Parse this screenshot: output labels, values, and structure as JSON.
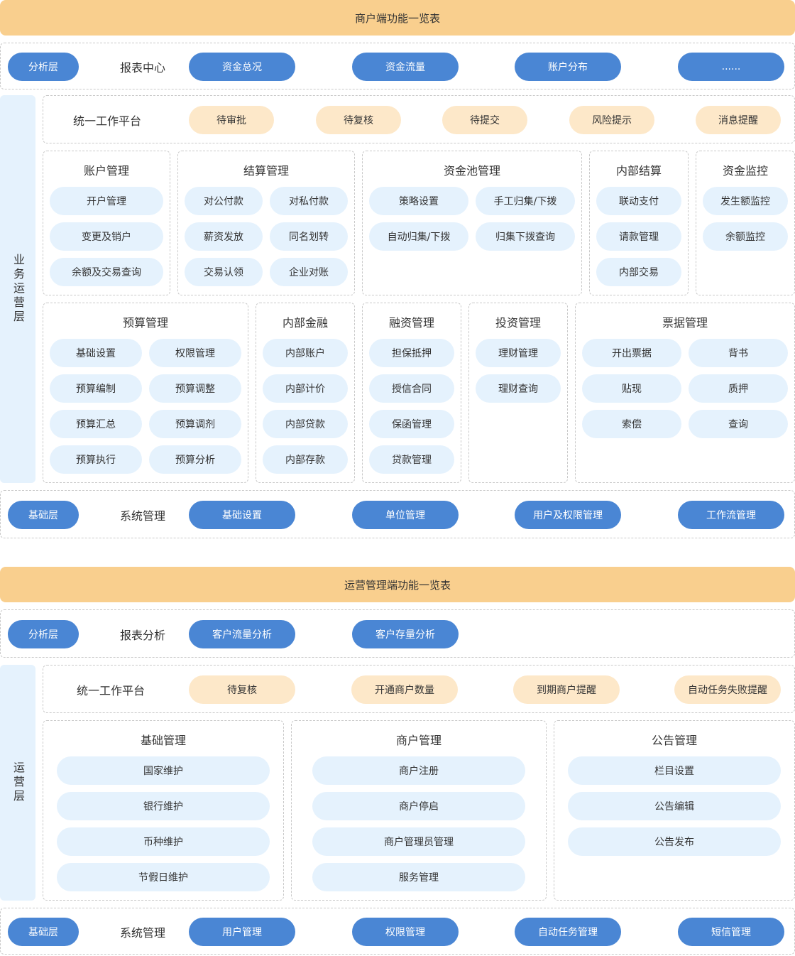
{
  "merchant": {
    "title": "商户端功能一览表",
    "analysis": {
      "layer": "分析层",
      "center": "报表中心",
      "items": [
        "资金总况",
        "资金流量",
        "账户分布",
        "......"
      ]
    },
    "biz_layer": "业务运营层",
    "workbench": {
      "title": "统一工作平台",
      "items": [
        "待审批",
        "待复核",
        "待提交",
        "风险提示",
        "消息提醒"
      ]
    },
    "modules": {
      "account": {
        "title": "账户管理",
        "items": [
          "开户管理",
          "变更及销户",
          "余额及交易查询"
        ]
      },
      "settle": {
        "title": "结算管理",
        "items": [
          "对公付款",
          "对私付款",
          "薪资发放",
          "同名划转",
          "交易认领",
          "企业对账"
        ]
      },
      "pool": {
        "title": "资金池管理",
        "items": [
          "策略设置",
          "手工归集/下拨",
          "自动归集/下拨",
          "归集下拨查询"
        ]
      },
      "inner_settle": {
        "title": "内部结算",
        "items": [
          "联动支付",
          "请款管理",
          "内部交易"
        ]
      },
      "monitor": {
        "title": "资金监控",
        "items": [
          "发生额监控",
          "余额监控"
        ]
      },
      "budget": {
        "title": "预算管理",
        "items": [
          "基础设置",
          "权限管理",
          "预算编制",
          "预算调整",
          "预算汇总",
          "预算调剂",
          "预算执行",
          "预算分析"
        ]
      },
      "inner_fin": {
        "title": "内部金融",
        "items": [
          "内部账户",
          "内部计价",
          "内部贷款",
          "内部存款"
        ]
      },
      "financing": {
        "title": "融资管理",
        "items": [
          "担保抵押",
          "授信合同",
          "保函管理",
          "贷款管理"
        ]
      },
      "invest": {
        "title": "投资管理",
        "items": [
          "理财管理",
          "理财查询"
        ]
      },
      "bill": {
        "title": "票据管理",
        "items": [
          "开出票据",
          "背书",
          "贴现",
          "质押",
          "索偿",
          "查询"
        ]
      }
    },
    "base": {
      "layer": "基础层",
      "center": "系统管理",
      "items": [
        "基础设置",
        "单位管理",
        "用户及权限管理",
        "工作流管理"
      ]
    }
  },
  "operation": {
    "title": "运营管理端功能一览表",
    "analysis": {
      "layer": "分析层",
      "center": "报表分析",
      "items": [
        "客户流量分析",
        "客户存量分析"
      ]
    },
    "ops_layer": "运营层",
    "workbench": {
      "title": "统一工作平台",
      "items": [
        "待复核",
        "开通商户数量",
        "到期商户提醒",
        "自动任务失败提醒"
      ]
    },
    "modules": {
      "basic": {
        "title": "基础管理",
        "items": [
          "国家维护",
          "银行维护",
          "币种维护",
          "节假日维护"
        ]
      },
      "merchant": {
        "title": "商户管理",
        "items": [
          "商户注册",
          "商户停启",
          "商户管理员管理",
          "服务管理"
        ]
      },
      "notice": {
        "title": "公告管理",
        "items": [
          "栏目设置",
          "公告编辑",
          "公告发布"
        ]
      }
    },
    "base": {
      "layer": "基础层",
      "center": "系统管理",
      "items": [
        "用户管理",
        "权限管理",
        "自动任务管理",
        "短信管理"
      ]
    }
  }
}
